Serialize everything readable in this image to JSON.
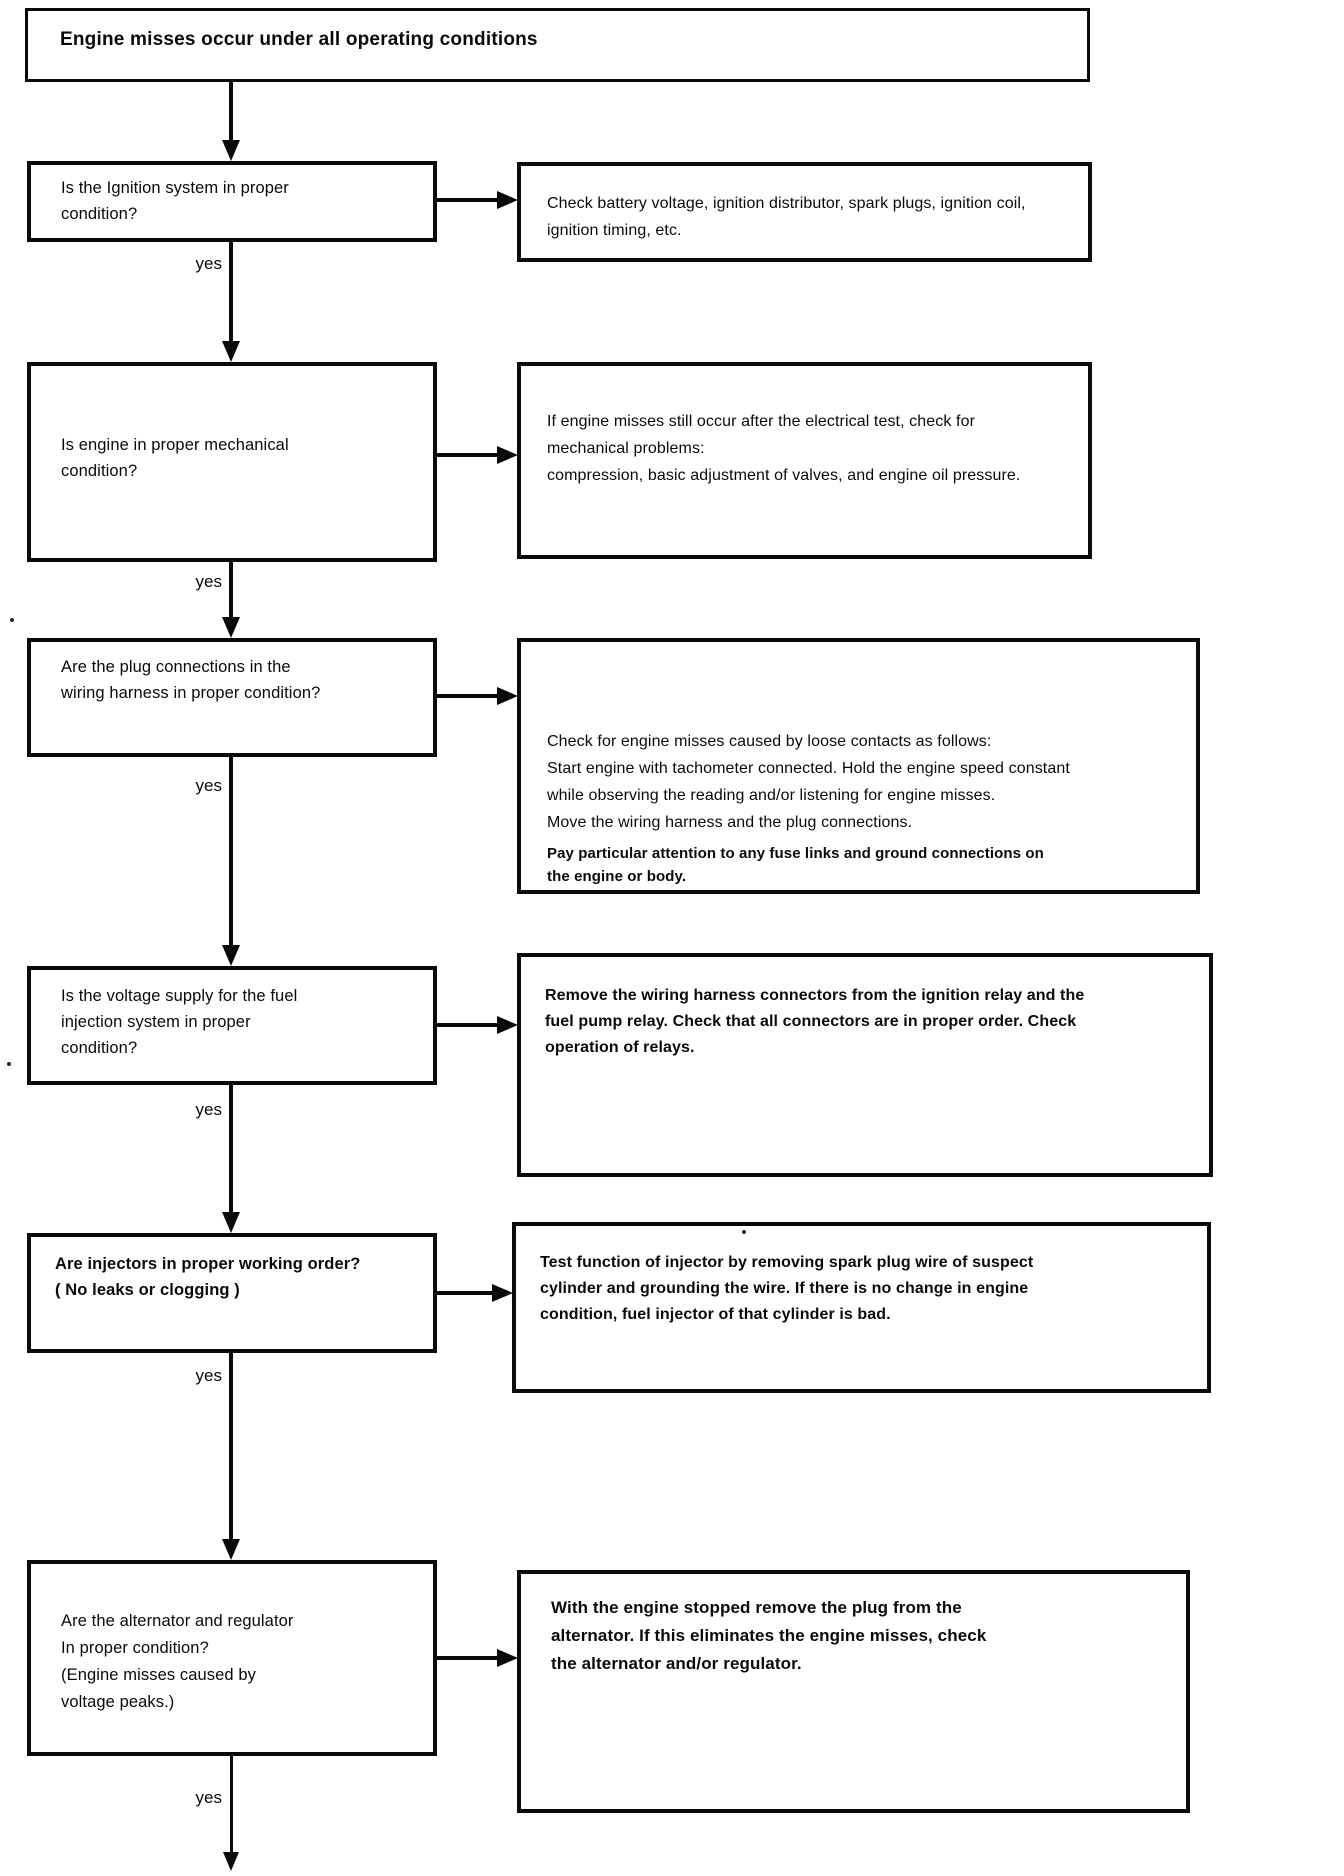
{
  "diagram": {
    "title": "Engine misses occur under all operating conditions",
    "steps": [
      {
        "yes_label": "yes",
        "question": "Is the Ignition system in proper\ncondition?",
        "action": "Check battery voltage, ignition distributor, spark plugs, ignition coil,\nignition timing, etc."
      },
      {
        "yes_label": "yes",
        "question": "Is engine in proper mechanical\ncondition?",
        "action": "If engine misses still occur after the electrical test, check for\nmechanical problems:\ncompression, basic adjustment of valves, and engine oil pressure."
      },
      {
        "yes_label": "yes",
        "question": "Are the plug connections in the\nwiring harness in proper condition?",
        "action": "Check for engine misses caused by loose contacts as follows:\nStart engine with tachometer connected. Hold the engine speed constant\nwhile observing the reading and/or listening for engine misses.\nMove the wiring harness and the plug connections.",
        "action_note": "Pay particular attention to any fuse links and ground connections on\nthe engine or body."
      },
      {
        "yes_label": "yes",
        "question": "Is the voltage supply for the fuel\ninjection system in proper\ncondition?",
        "action": "Remove the wiring harness connectors from the ignition relay and the\nfuel pump relay. Check that all connectors are in proper order. Check\noperation of relays."
      },
      {
        "yes_label": "yes",
        "question": "Are injectors in proper working order?\n( No leaks or clogging )",
        "action": "Test function of injector by removing spark plug wire of suspect\ncylinder and grounding the wire. If there is no change in engine\ncondition, fuel injector of that cylinder is bad."
      },
      {
        "yes_label": "yes",
        "question": "Are the alternator and regulator\nIn proper condition?\n(Engine misses caused by\nvoltage peaks.)",
        "action": "With the engine stopped remove the plug from the\nalternator. If this eliminates the engine misses, check\nthe alternator and/or regulator."
      }
    ]
  }
}
